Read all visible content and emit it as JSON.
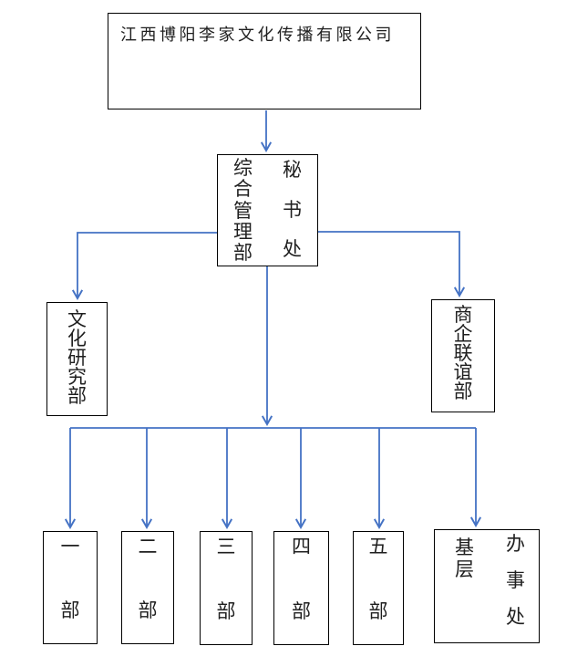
{
  "colors": {
    "connector": "#4472C4",
    "box_border": "#000000",
    "text": "#1f1f1f",
    "background": "#ffffff"
  },
  "org_chart": {
    "company": {
      "label": "江西博阳李家文化传播有限公司"
    },
    "admin_office": {
      "col1": "综合管理部",
      "col2": "秘书处"
    },
    "culture_research": {
      "label": "文化研究部"
    },
    "business_liaison": {
      "label": "商企联谊部"
    },
    "departments": [
      {
        "label": "一部"
      },
      {
        "label": "二部"
      },
      {
        "label": "三部"
      },
      {
        "label": "四部"
      },
      {
        "label": "五部"
      }
    ],
    "grassroots_office": {
      "col1": "基层",
      "col2": "办事处"
    }
  }
}
